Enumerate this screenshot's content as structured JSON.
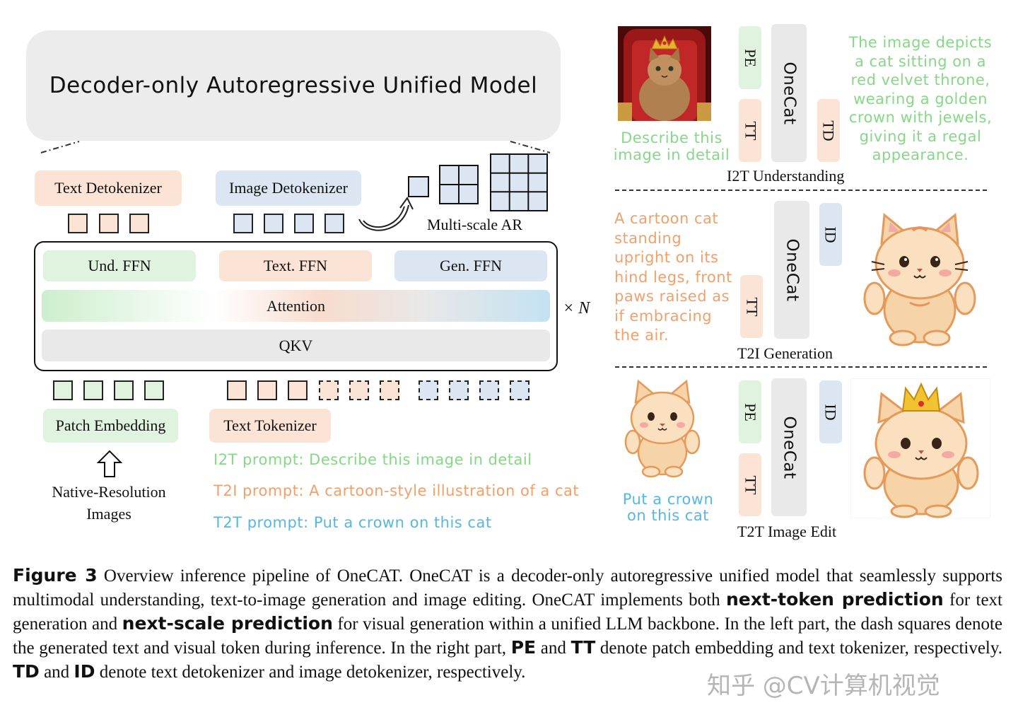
{
  "left": {
    "title": "Decoder-only Autoregressive Unified Model",
    "text_detokenizer": "Text Detokenizer",
    "image_detokenizer": "Image Detokenizer",
    "multiscale_ar": "Multi-scale AR",
    "und_ffn": "Und. FFN",
    "text_ffn": "Text. FFN",
    "gen_ffn": "Gen. FFN",
    "attention": "Attention",
    "qkv": "QKV",
    "times_n": "× N",
    "patch_embedding": "Patch Embedding",
    "text_tokenizer": "Text Tokenizer",
    "native_images_line1": "Native-Resolution",
    "native_images_line2": "Images",
    "i2t_prompt": "I2T prompt: Describe this image in detail",
    "t2i_prompt": "T2I prompt: A cartoon-style illustration of a cat",
    "t2t_prompt": "T2T prompt: Put a crown on this cat"
  },
  "right": {
    "i2t": {
      "prompt_line1": "Describe this",
      "prompt_line2": "image in detail",
      "pe": "PE",
      "tt": "TT",
      "onecat": "OneCat",
      "td": "TD",
      "output_lines": [
        "The image depicts",
        "a cat sitting on a",
        "red velvet throne,",
        "wearing a golden",
        "crown with jewels,",
        "giving it a regal",
        "appearance."
      ],
      "label": "I2T Understanding"
    },
    "t2i": {
      "prompt_lines": [
        "A cartoon cat",
        "standing",
        "upright on its",
        "hind legs, front",
        "paws raised as",
        "if embracing",
        "the air."
      ],
      "tt": "TT",
      "onecat": "OneCat",
      "id": "ID",
      "label": "T2I Generation"
    },
    "t2t": {
      "prompt_line1": "Put a crown",
      "prompt_line2": "on this cat",
      "pe": "PE",
      "tt": "TT",
      "onecat": "OneCat",
      "id": "ID",
      "label": "T2T Image Edit"
    }
  },
  "caption": {
    "figure_label": "Figure 3",
    "part1": " Overview inference pipeline of OneCAT. OneCAT is a decoder-only autoregressive unified model that seamlessly supports multimodal understanding, text-to-image generation and image editing. OneCAT implements both ",
    "bold1": "next-token prediction",
    "part2": " for text generation and ",
    "bold2": "next-scale prediction",
    "part3": " for visual generation within a unified LLM backbone. In the left part, the dash squares denote the generated text and visual token during inference. In the right part, ",
    "bold3": "PE",
    "part4": " and ",
    "bold4": "TT",
    "part5": " denote patch embedding and text tokenizer, respectively. ",
    "bold5": "TD",
    "part6": " and ",
    "bold6": "ID",
    "part7": " denote text detokenizer and image detokenizer, respectively."
  },
  "watermark": "知乎 @CV计算机视觉",
  "colors": {
    "green": "#8fd88f",
    "orange": "#f2a06a",
    "blue": "#55b8e0",
    "green_fill": "#dff3df",
    "orange_fill": "#fbe3d6",
    "blue_fill": "#dce6f2",
    "gray_fill": "#e9e9e9"
  }
}
